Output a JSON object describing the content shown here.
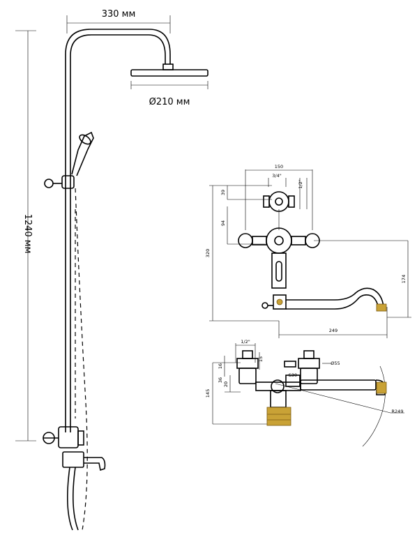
{
  "dimensions": {
    "width_top": "330 мм",
    "height_total": "1240 мм",
    "head_diameter": "Ø210 мм"
  },
  "front_view": {
    "d150": "150",
    "d3_4": "3/4\"",
    "d1_2": "1/2\"",
    "d39": "39",
    "d94": "94",
    "d320": "320",
    "d174": "174",
    "d249": "249"
  },
  "top_view": {
    "d1_2": "1/2\"",
    "d16": "16",
    "d15": "15",
    "d55": "Ø55",
    "d36": "36",
    "d20": "20",
    "d145": "145",
    "dS30": "S30",
    "dR249": "R249"
  },
  "colors": {
    "accent": "#c9a236"
  }
}
